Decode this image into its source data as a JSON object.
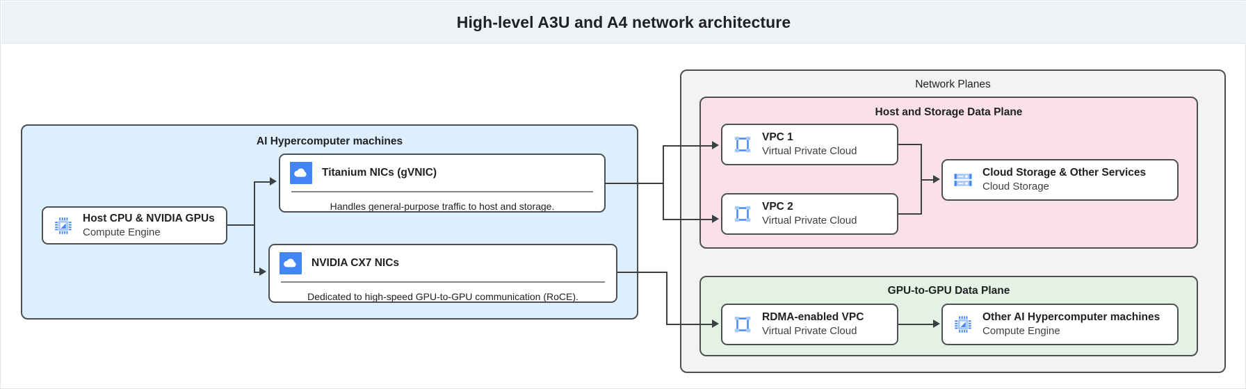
{
  "header": {
    "title": "High-level A3U and A4 network architecture"
  },
  "machines_panel": {
    "title": "AI Hypercomputer machines",
    "host": {
      "icon": "cpu-chip-icon",
      "title": "Host CPU & NVIDIA GPUs",
      "subtitle": "Compute Engine"
    },
    "nics": [
      {
        "icon": "cloud-icon",
        "title": "Titanium NICs (gVNIC)",
        "caption": "Handles general-purpose traffic to host and storage."
      },
      {
        "icon": "cloud-icon",
        "title": "NVIDIA CX7 NICs",
        "caption": "Dedicated to high-speed GPU-to-GPU communication (RoCE)."
      }
    ]
  },
  "network_planes": {
    "title": "Network Planes",
    "host_storage_plane": {
      "title": "Host and Storage Data Plane",
      "vpcs": [
        {
          "icon": "vpc-icon",
          "title": "VPC 1",
          "subtitle": "Virtual Private Cloud"
        },
        {
          "icon": "vpc-icon",
          "title": "VPC 2",
          "subtitle": "Virtual Private Cloud"
        }
      ],
      "storage": {
        "icon": "cloud-storage-icon",
        "title": "Cloud Storage & Other Services",
        "subtitle": "Cloud Storage"
      }
    },
    "gpu_plane": {
      "title": "GPU-to-GPU Data Plane",
      "vpc": {
        "icon": "vpc-icon",
        "title": "RDMA-enabled VPC",
        "subtitle": "Virtual Private Cloud"
      },
      "machines": {
        "icon": "cpu-chip-icon",
        "title": "Other AI Hypercomputer machines",
        "subtitle": "Compute Engine"
      }
    }
  },
  "colors": {
    "title_bar": "#eef2f4",
    "machines_panel_fill": "#ddeefc",
    "network_planes_fill": "#f4f3f3",
    "host_storage_fill": "#fae0e8",
    "gpu_plane_fill": "#e3f2e4",
    "stroke": "#4b4f54",
    "icon_blue": "#4285f4",
    "icon_blue_light": "#a8c7fa"
  }
}
